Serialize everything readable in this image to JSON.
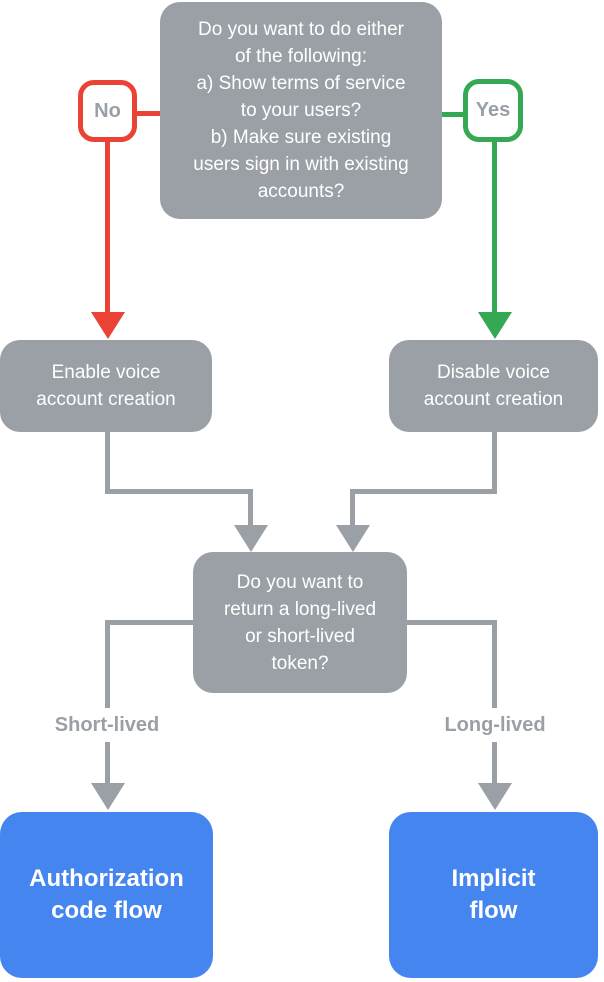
{
  "flowchart": {
    "top_question": "Do you want to do either\nof the following:\na) Show terms of service\nto your users?\nb) Make sure existing\nusers sign in with existing\naccounts?",
    "no_label": "No",
    "yes_label": "Yes",
    "enable_node": "Enable voice\naccount creation",
    "disable_node": "Disable voice\naccount creation",
    "token_question": "Do you want to\nreturn a long-lived\nor short-lived\ntoken?",
    "short_lived_label": "Short-lived",
    "long_lived_label": "Long-lived",
    "auth_code_node": "Authorization\ncode flow",
    "implicit_node": "Implicit\nflow",
    "colors": {
      "node_gray": "#9AA0A6",
      "connector_gray": "#9AA0A6",
      "label_text": "#9AA0A6",
      "no_red": "#EA4335",
      "yes_green": "#34A853",
      "result_blue": "#4585F0"
    }
  }
}
